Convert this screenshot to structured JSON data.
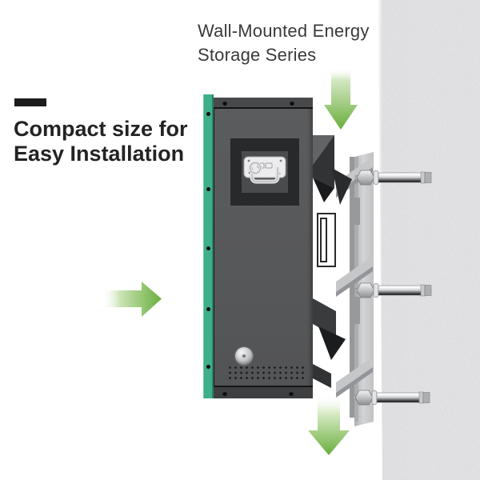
{
  "title": {
    "line1": "Wall-Mounted Energy",
    "line2": "Storage Series"
  },
  "headline": {
    "line1": "Compact size for",
    "line2": "Easy Installation"
  },
  "colors": {
    "background": "#ffffff",
    "text_title": "#3a3a3a",
    "text_headline": "#232323",
    "accent_marker": "#1c1c1c",
    "arrow_green": "#69ae3c",
    "device_accent_green": "#3fae8a",
    "device_body_gray": "#57585a",
    "wall_gray": "#e8e8ea",
    "bracket_gray": "#c6c7c9",
    "bolt_silver": "#d8d9db"
  },
  "illustration": {
    "device": "wall-mounted-battery-unit",
    "wall": "textured-concrete-wall",
    "bolt_count": 3,
    "arrows": [
      {
        "name": "install-arrow-top",
        "direction": "down"
      },
      {
        "name": "install-arrow-left",
        "direction": "right"
      },
      {
        "name": "install-arrow-bottom",
        "direction": "down"
      }
    ]
  }
}
